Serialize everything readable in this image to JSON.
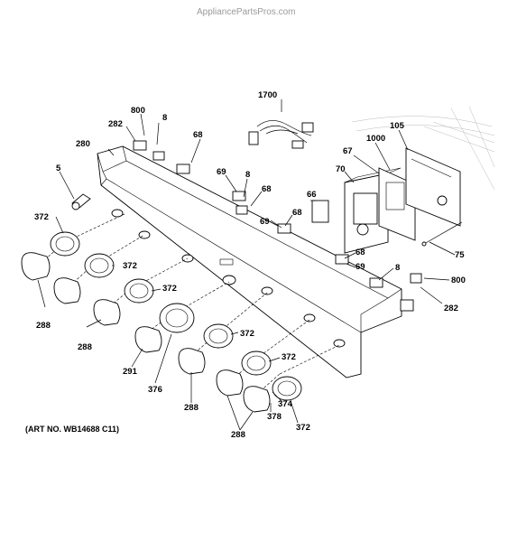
{
  "watermark": "AppliancePartsPros.com",
  "art_number": "(ART NO. WB14688 C11)",
  "callouts": {
    "c1700": "1700",
    "c800a": "800",
    "c8a": "8",
    "c282a": "282",
    "c280": "280",
    "c68a": "68",
    "c105": "105",
    "c1000": "1000",
    "c67": "67",
    "c70": "70",
    "c5": "5",
    "c69a": "69",
    "c8b": "8",
    "c68b": "68",
    "c66": "66",
    "c69b": "69",
    "c68c": "68",
    "c372a": "372",
    "c75": "75",
    "c68d": "68",
    "c69c": "69",
    "c372b": "372",
    "c8c": "8",
    "c800b": "800",
    "c372c": "372",
    "c288a": "288",
    "c282b": "282",
    "c288b": "288",
    "c372d": "372",
    "c291": "291",
    "c376": "376",
    "c372e": "372",
    "c288c": "288",
    "c374": "374",
    "c378": "378",
    "c372f": "372",
    "c288d": "288"
  }
}
